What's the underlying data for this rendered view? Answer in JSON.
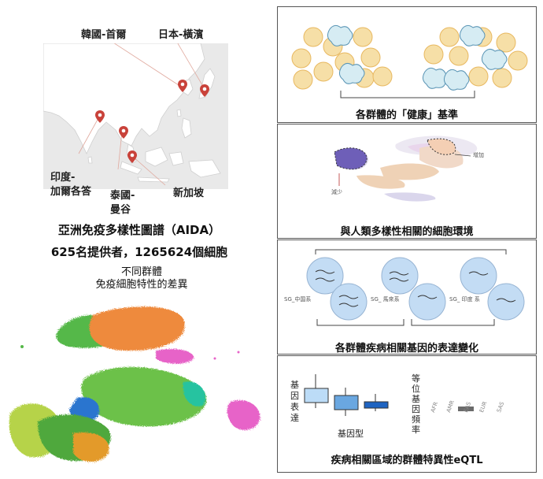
{
  "map": {
    "labels": {
      "korea": "韓國-首爾",
      "japan": "日本-橫濱",
      "india_line1": "印度-",
      "india_line2": "加爾各答",
      "thailand_line1": "泰國-",
      "thailand_line2": "曼谷",
      "singapore": "新加坡"
    }
  },
  "atlas": {
    "title": "亞洲免疫多樣性圖譜（AIDA）",
    "subtitle": "625名提供者，1265624個細胞",
    "caption_line1": "不同群體",
    "caption_line2": "免疫細胞特性的差異"
  },
  "panels": {
    "p1": {
      "caption": "各群體的「健康」基準"
    },
    "p2": {
      "caption": "與人類多樣性相關的細胞環境",
      "increase": "增加",
      "decrease": "減少"
    },
    "p3": {
      "caption": "各群體疾病相關基因的表達變化",
      "sg_chinese": "SG_中国系",
      "sg_malay": "SG_ 馬來系",
      "sg_indian": "SG_ 印度 系"
    },
    "p4": {
      "caption": "疾病相關區域的群體特異性eQTL",
      "ylabel": "基因表達",
      "xlabel": "基因型",
      "freq_label": "等位基因頻率",
      "pops": [
        "AFR",
        "AMR",
        "EAS",
        "EUR",
        "SAS"
      ]
    }
  },
  "colors": {
    "map_land": "#ffffff",
    "map_sea": "#e9e9e9",
    "pin": "#c9423a",
    "cell_fill": "#f6dfa7",
    "cell_stroke": "#e8b860",
    "cell_blue_fill": "#d6ecf3",
    "cell_blue_stroke": "#5a95b5",
    "umap_orange": "#ee8a3c",
    "umap_green": "#55b848",
    "umap_blue": "#2a74cf",
    "umap_pink": "#e763c8",
    "umap_teal": "#28c3a0",
    "box_light": "#bcdcf7",
    "box_mid": "#6aa7e0",
    "box_dark": "#1f64c1"
  }
}
